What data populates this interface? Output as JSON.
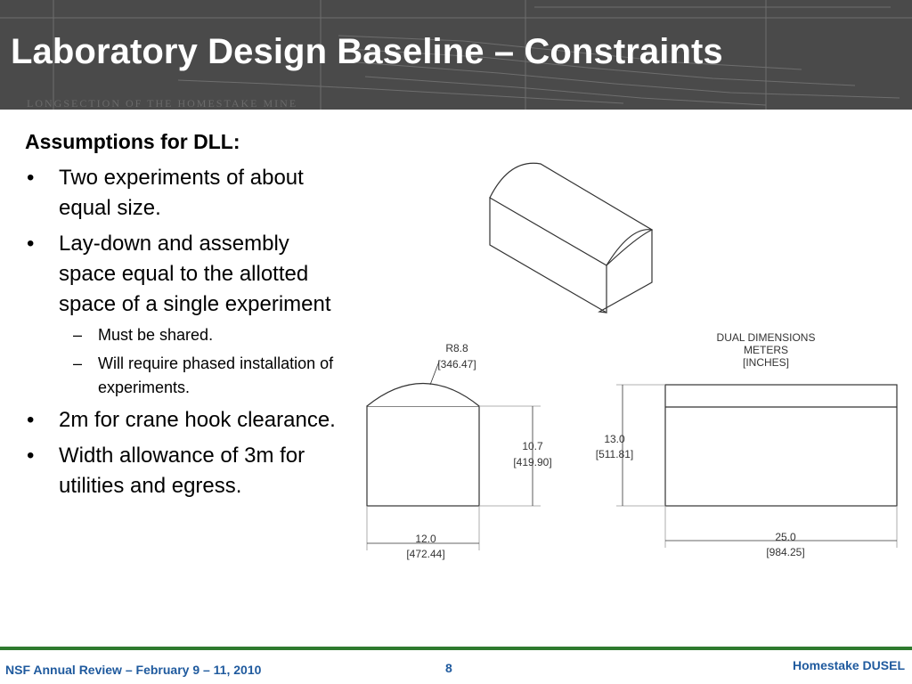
{
  "header": {
    "title": "Laboratory Design Baseline – Constraints",
    "background_caption": "LONGSECTION OF THE HOMESTAKE MINE"
  },
  "content": {
    "heading": "Assumptions for DLL:",
    "bullets": [
      {
        "text": "Two experiments of about equal size."
      },
      {
        "text": "Lay-down and assembly space equal to the allotted space of a single experiment"
      },
      {
        "text": "2m for crane hook clearance."
      },
      {
        "text": "Width allowance of 3m for utilities and egress."
      }
    ],
    "sub_bullets": [
      {
        "text": "Must be shared."
      },
      {
        "text": "Will require phased installation of experiments."
      }
    ],
    "bullet_glyph": "•",
    "dash_glyph": "–"
  },
  "drawing": {
    "legend": [
      "DUAL DIMENSIONS",
      "METERS",
      "[INCHES]"
    ],
    "radius": {
      "value": "R8.8",
      "alt": "[346.47]"
    },
    "height_side": {
      "value": "10.7",
      "alt": "[419.90]"
    },
    "width_side": {
      "value": "12.0",
      "alt": "[472.44]"
    },
    "height_front": {
      "value": "13.0",
      "alt": "[511.81]"
    },
    "length_front": {
      "value": "25.0",
      "alt": "[984.25]"
    }
  },
  "footer": {
    "left": "NSF Annual Review – February 9 – 11, 2010",
    "page": "8",
    "right": "Homestake DUSEL"
  },
  "colors": {
    "header_bg": "#4a4a4a",
    "title_text": "#ffffff",
    "footer_rule": "#2e7a2e",
    "footer_text": "#1f5a9e"
  }
}
